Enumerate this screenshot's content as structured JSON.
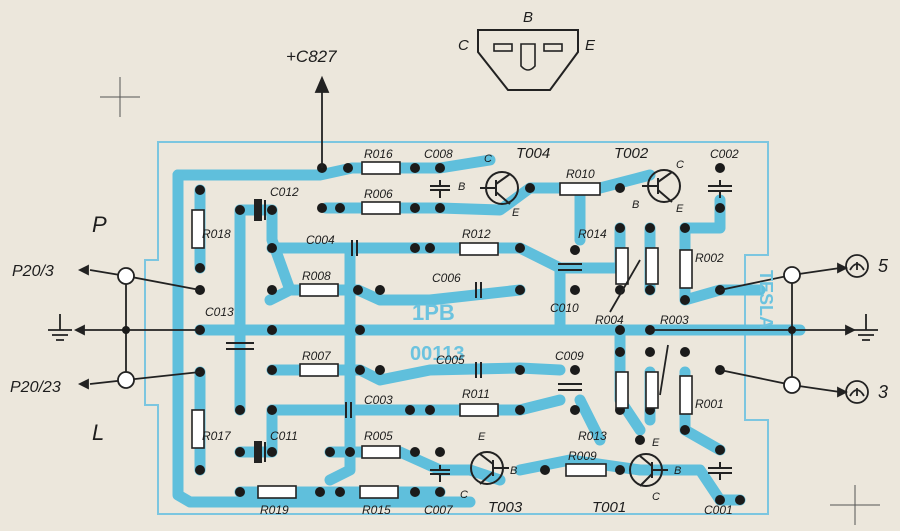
{
  "colors": {
    "paper": "#ece7dc",
    "board_outline": "#7cc6e0",
    "trace": "#5fbfdc",
    "ink": "#1d1d1d"
  },
  "transistor_pinout": {
    "c": "C",
    "b": "B",
    "e": "E"
  },
  "connectors": {
    "c827": "+C827",
    "p": "P",
    "l": "L",
    "p20_3": "P20/3",
    "p20_23": "P20/23",
    "out_5": "5",
    "out_3": "3"
  },
  "board": {
    "code": "1PB",
    "number": "00113",
    "brand": "TESLA"
  },
  "resistors": {
    "r016": "R016",
    "r006": "R006",
    "r010": "R010",
    "r018": "R018",
    "r012": "R012",
    "r014": "R014",
    "r002": "R002",
    "r008": "R008",
    "r004": "R004",
    "r003": "R003",
    "r007": "R007",
    "r011": "R011",
    "r013": "R013",
    "r001": "R001",
    "r017": "R017",
    "r005": "R005",
    "r009": "R009",
    "r019": "R019",
    "r015": "R015"
  },
  "capacitors": {
    "c008": "C008",
    "c002": "C002",
    "c012": "C012",
    "c004": "C004",
    "c006": "C006",
    "c010": "C010",
    "c013": "C013",
    "c005": "C005",
    "c009": "C009",
    "c003": "C003",
    "c011": "C011",
    "c007": "C007",
    "c001": "C001"
  },
  "transistors": {
    "t004": "T004",
    "t002": "T002",
    "t003": "T003",
    "t001": "T001"
  },
  "pins": {
    "c": "C",
    "b": "B",
    "e": "E"
  }
}
